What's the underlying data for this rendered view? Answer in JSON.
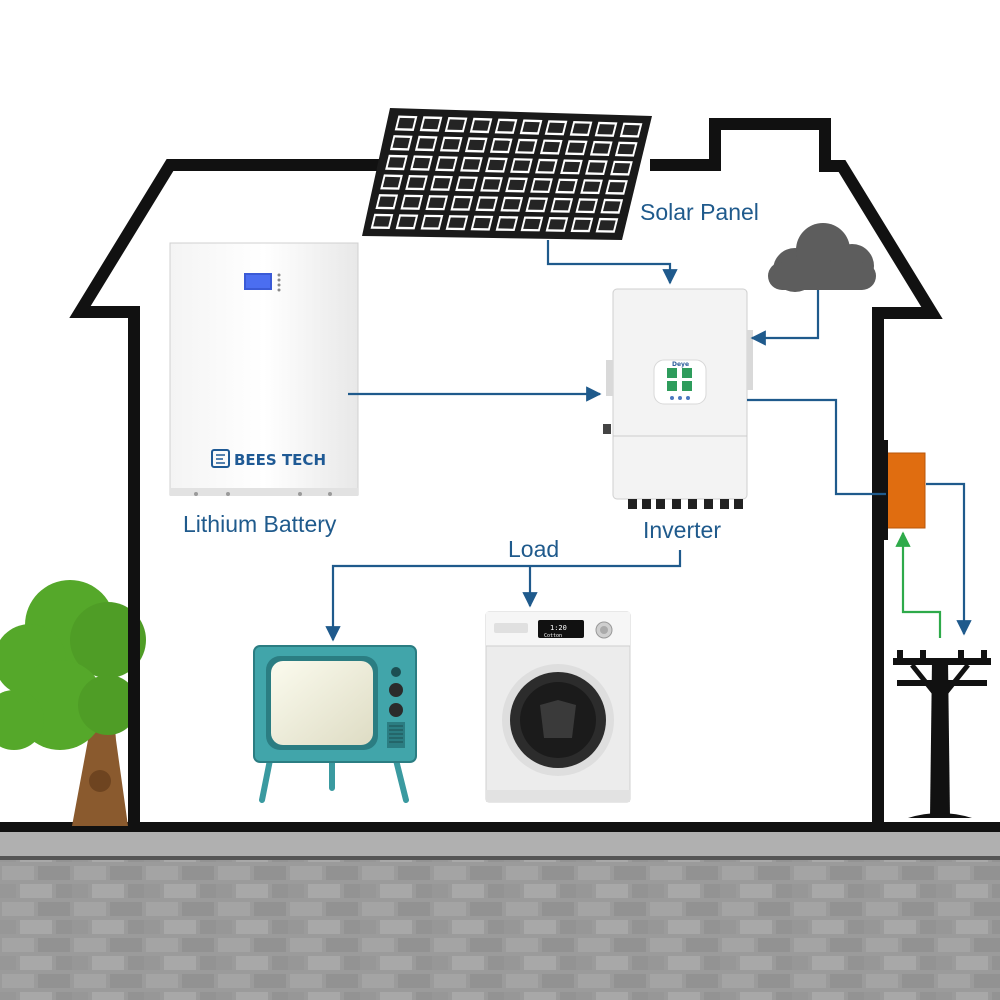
{
  "labels": {
    "solar_panel": "Solar Panel",
    "lithium_battery": "Lithium Battery",
    "inverter": "Inverter",
    "load": "Load"
  },
  "battery": {
    "brand": "BEES TECH"
  },
  "inverter": {
    "brand": "Deye"
  },
  "washing_machine": {
    "display": "1:20",
    "brand": "Cotton"
  },
  "colors": {
    "house_outline": "#111111",
    "flow_arrow": "#1f5a8c",
    "grid_arrow": "#2eaa4a",
    "label_text": "#1f5a8c",
    "meter": "#e06d10",
    "cloud": "#5d5d5d",
    "tree_foliage": "#55a82a",
    "tree_trunk": "#8a5a2e",
    "tv_body": "#41a5aa",
    "ground": "#9a9a9a"
  }
}
